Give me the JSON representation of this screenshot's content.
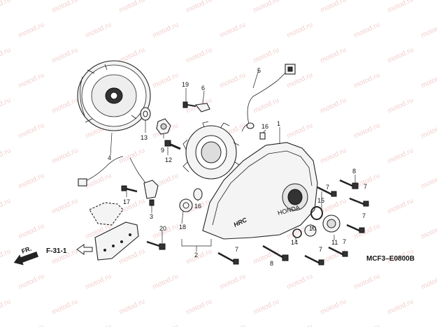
{
  "watermark": {
    "text": "motod.ru",
    "color": "#e8a8a8"
  },
  "diagram_code": "MCF3–E0800B",
  "reference": {
    "label": "F-31-1",
    "direction_label": "FR."
  },
  "callouts": {
    "c1": "1",
    "c2": "2",
    "c3": "3",
    "c4": "4",
    "c5": "5",
    "c6": "6",
    "c7a": "7",
    "c7b": "7",
    "c7c": "7",
    "c7d": "7",
    "c7e": "7",
    "c7f": "7",
    "c8a": "8",
    "c8b": "8",
    "c9": "9",
    "c10": "10",
    "c11": "11",
    "c12": "12",
    "c13": "13",
    "c14": "14",
    "c15": "15",
    "c16a": "16",
    "c16b": "16",
    "c17": "17",
    "c18": "18",
    "c19": "19",
    "c20": "20"
  }
}
